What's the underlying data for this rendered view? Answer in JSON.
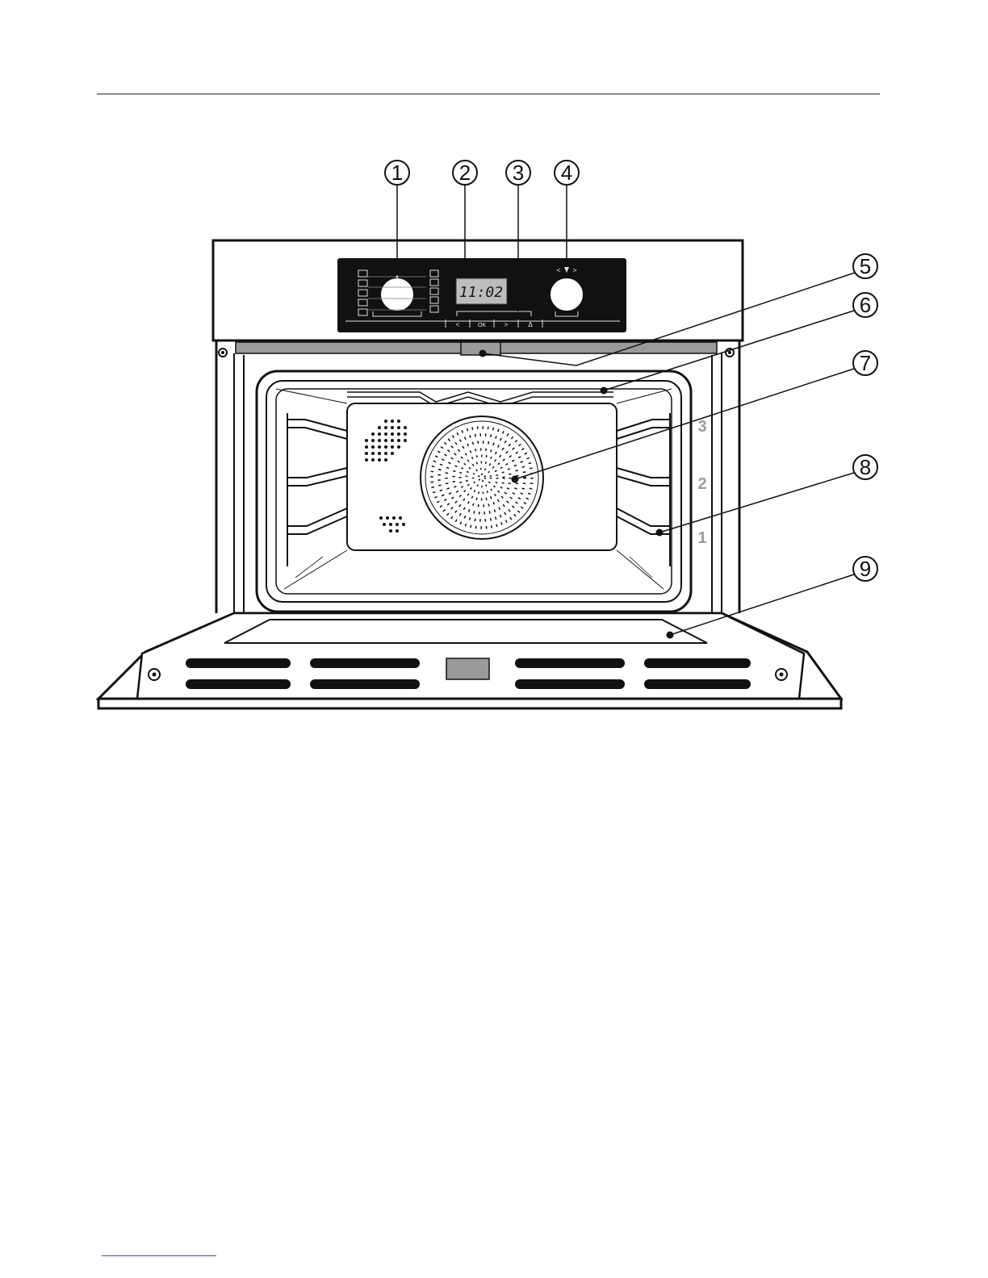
{
  "callouts": [
    "1",
    "2",
    "3",
    "4",
    "5",
    "6",
    "7",
    "8",
    "9"
  ],
  "shelf_levels": [
    "3",
    "2",
    "1"
  ],
  "display": {
    "time": "11:02"
  },
  "control_panel": {
    "button_labels": [
      "<",
      "OK",
      ">",
      "Δ"
    ],
    "selector_symbols": [
      "<",
      ">"
    ]
  },
  "colors": {
    "line": "#111111",
    "panel": "#111111",
    "shelf_number": "#9a9a9a",
    "seal": "#9a9a9a"
  }
}
